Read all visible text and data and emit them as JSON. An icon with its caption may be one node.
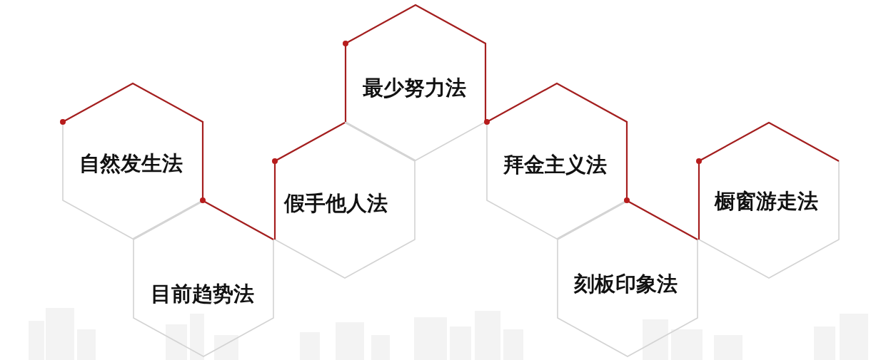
{
  "diagram": {
    "nodes": [
      {
        "text": [
          "自然发生法"
        ]
      },
      {
        "text": [
          "目前趋势法"
        ]
      },
      {
        "text": [
          "假手他人法"
        ]
      },
      {
        "text": [
          "最少努力法"
        ]
      },
      {
        "text": [
          "拜金主义法"
        ]
      },
      {
        "text": [
          "刻板印象法"
        ]
      },
      {
        "text": [
          "橱窗游走法"
        ]
      }
    ]
  }
}
